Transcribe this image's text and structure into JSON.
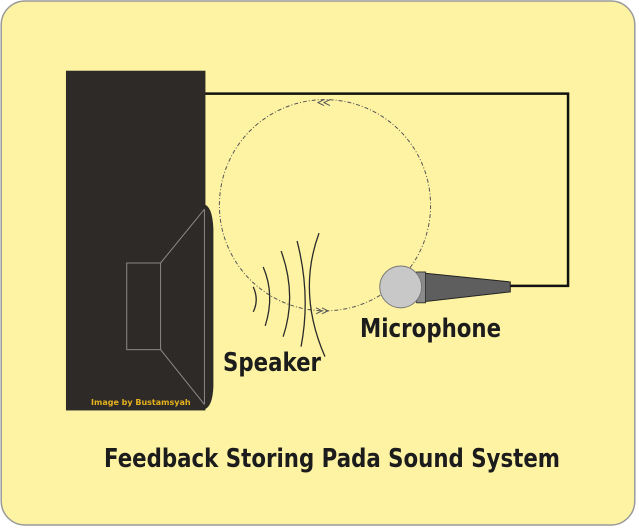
{
  "diagram": {
    "title": "Feedback Storing Pada Sound System",
    "microphone_label": "Microphone",
    "speaker_label": "Speaker",
    "credit": "Image by Bustamsyah"
  },
  "colors": {
    "background": "#fdf3a3",
    "border": "#9a9a9a",
    "speaker_body": "#2d2a27",
    "wire": "#111111",
    "loop_path": "#555555",
    "mic_head": "#c8c8c8",
    "mic_handle": "#5e5e5e",
    "credit_text": "#e6b21f"
  }
}
